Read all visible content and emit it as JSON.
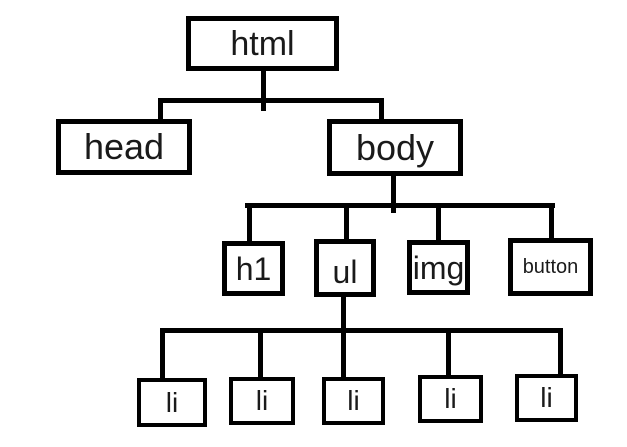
{
  "diagram": {
    "background_color": "#ffffff",
    "stroke_color": "#000000",
    "nodes": {
      "html": {
        "label": "html"
      },
      "head": {
        "label": "head"
      },
      "body": {
        "label": "body"
      },
      "h1": {
        "label": "h1"
      },
      "ul": {
        "label": "ul"
      },
      "img": {
        "label": "img"
      },
      "button": {
        "label": "button"
      },
      "li1": {
        "label": "li"
      },
      "li2": {
        "label": "li"
      },
      "li3": {
        "label": "li"
      },
      "li4": {
        "label": "li"
      },
      "li5": {
        "label": "li"
      }
    },
    "hierarchy": {
      "html": [
        "head",
        "body"
      ],
      "body": [
        "h1",
        "ul",
        "img",
        "button"
      ],
      "ul": [
        "li",
        "li",
        "li",
        "li",
        "li"
      ]
    }
  }
}
